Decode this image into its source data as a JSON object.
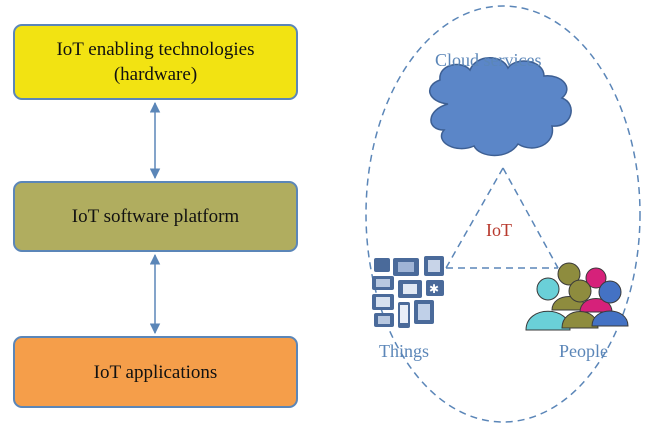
{
  "left_stack": {
    "hardware": {
      "label": "IoT enabling technologies\n(hardware)",
      "fill": "#f2e312"
    },
    "software": {
      "label": "IoT software platform",
      "fill": "#b0ad5f"
    },
    "applications": {
      "label": "IoT applications",
      "fill": "#f59e4a"
    }
  },
  "ecosystem": {
    "cloud_label": "Cloud services",
    "center_label": "IoT",
    "things_label": "Things",
    "people_label": "People"
  },
  "colors": {
    "border": "#5b86b8",
    "cloud_fill": "#5b86c8",
    "center_text": "#b83a2e",
    "people_teal": "#6ad0d8",
    "people_olive": "#8e8c3e",
    "people_magenta": "#d6217a",
    "people_blue": "#4472c4",
    "things_icon": "#4a6a9a"
  }
}
